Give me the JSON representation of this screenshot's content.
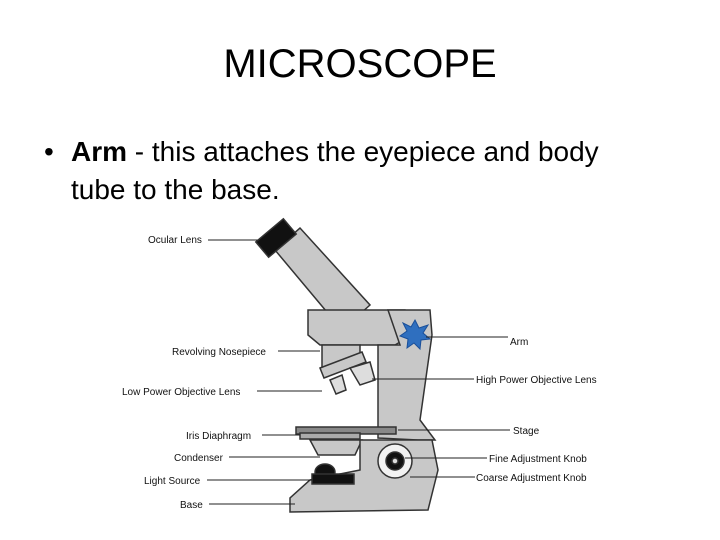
{
  "slide": {
    "title": "MICROSCOPE",
    "bullet": {
      "marker": "•",
      "term": "Arm",
      "text": " - this attaches the eyepiece and body tube to the base."
    }
  },
  "diagram": {
    "labels": {
      "ocular_lens": "Ocular Lens",
      "revolving_nosepiece": "Revolving Nosepiece",
      "low_power_objective": "Low Power Objective Lens",
      "iris_diaphragm": "Iris Diaphragm",
      "condenser": "Condenser",
      "light_source": "Light Source",
      "base": "Base",
      "arm": "Arm",
      "high_power_objective": "High Power Objective Lens",
      "stage": "Stage",
      "fine_adjustment": "Fine Adjustment Knob",
      "coarse_adjustment": "Coarse Adjustment Knob"
    },
    "colors": {
      "body": "#c8c8c8",
      "outline": "#333333",
      "highlight_star": "#2f6fbf"
    }
  }
}
